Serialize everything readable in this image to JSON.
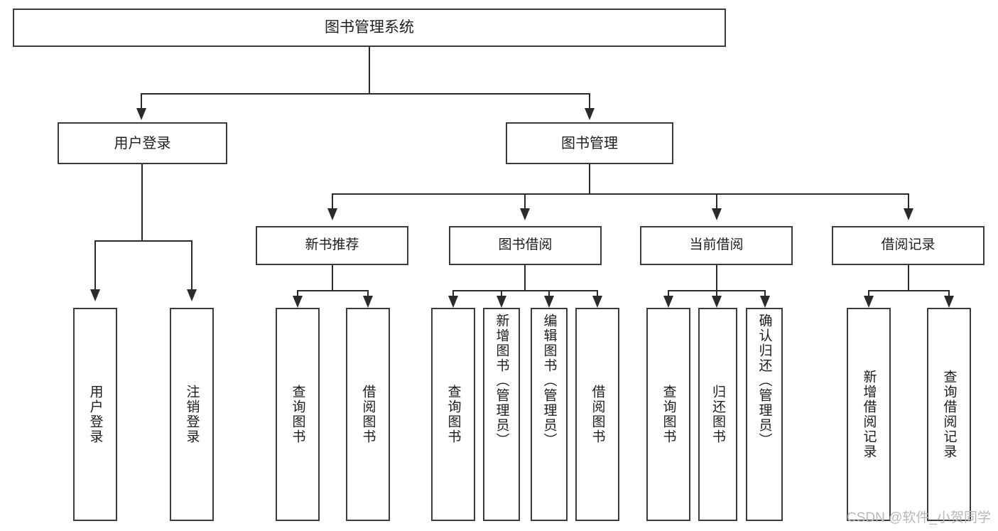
{
  "diagram": {
    "type": "tree",
    "title": "图书管理系统",
    "root": {
      "label": "图书管理系统"
    },
    "level2": [
      {
        "label": "用户登录"
      },
      {
        "label": "图书管理"
      }
    ],
    "level3": [
      {
        "label": "新书推荐"
      },
      {
        "label": "图书借阅"
      },
      {
        "label": "当前借阅"
      },
      {
        "label": "借阅记录"
      }
    ],
    "leaves": {
      "user_login": [
        {
          "label": "用户登录"
        },
        {
          "label": "注销登录"
        }
      ],
      "new_book_recommend": [
        {
          "label": "查询图书"
        },
        {
          "label": "借阅图书"
        }
      ],
      "book_borrow": [
        {
          "label": "查询图书"
        },
        {
          "label": "新增图书（管理员）"
        },
        {
          "label": "编辑图书（管理员）"
        },
        {
          "label": "借阅图书"
        }
      ],
      "current_borrow": [
        {
          "label": "查询图书"
        },
        {
          "label": "归还图书"
        },
        {
          "label": "确认归还（管理员）"
        }
      ],
      "borrow_record": [
        {
          "label": "新增借阅记录"
        },
        {
          "label": "查询借阅记录"
        }
      ]
    }
  },
  "watermark": {
    "text": "CSDN @软件_小贺同学"
  },
  "colors": {
    "stroke": "#3b3b3b",
    "line": "#2b2b2b",
    "text": "#1d1d1d",
    "background": "#ffffff",
    "watermark": "#b8b8b8"
  }
}
